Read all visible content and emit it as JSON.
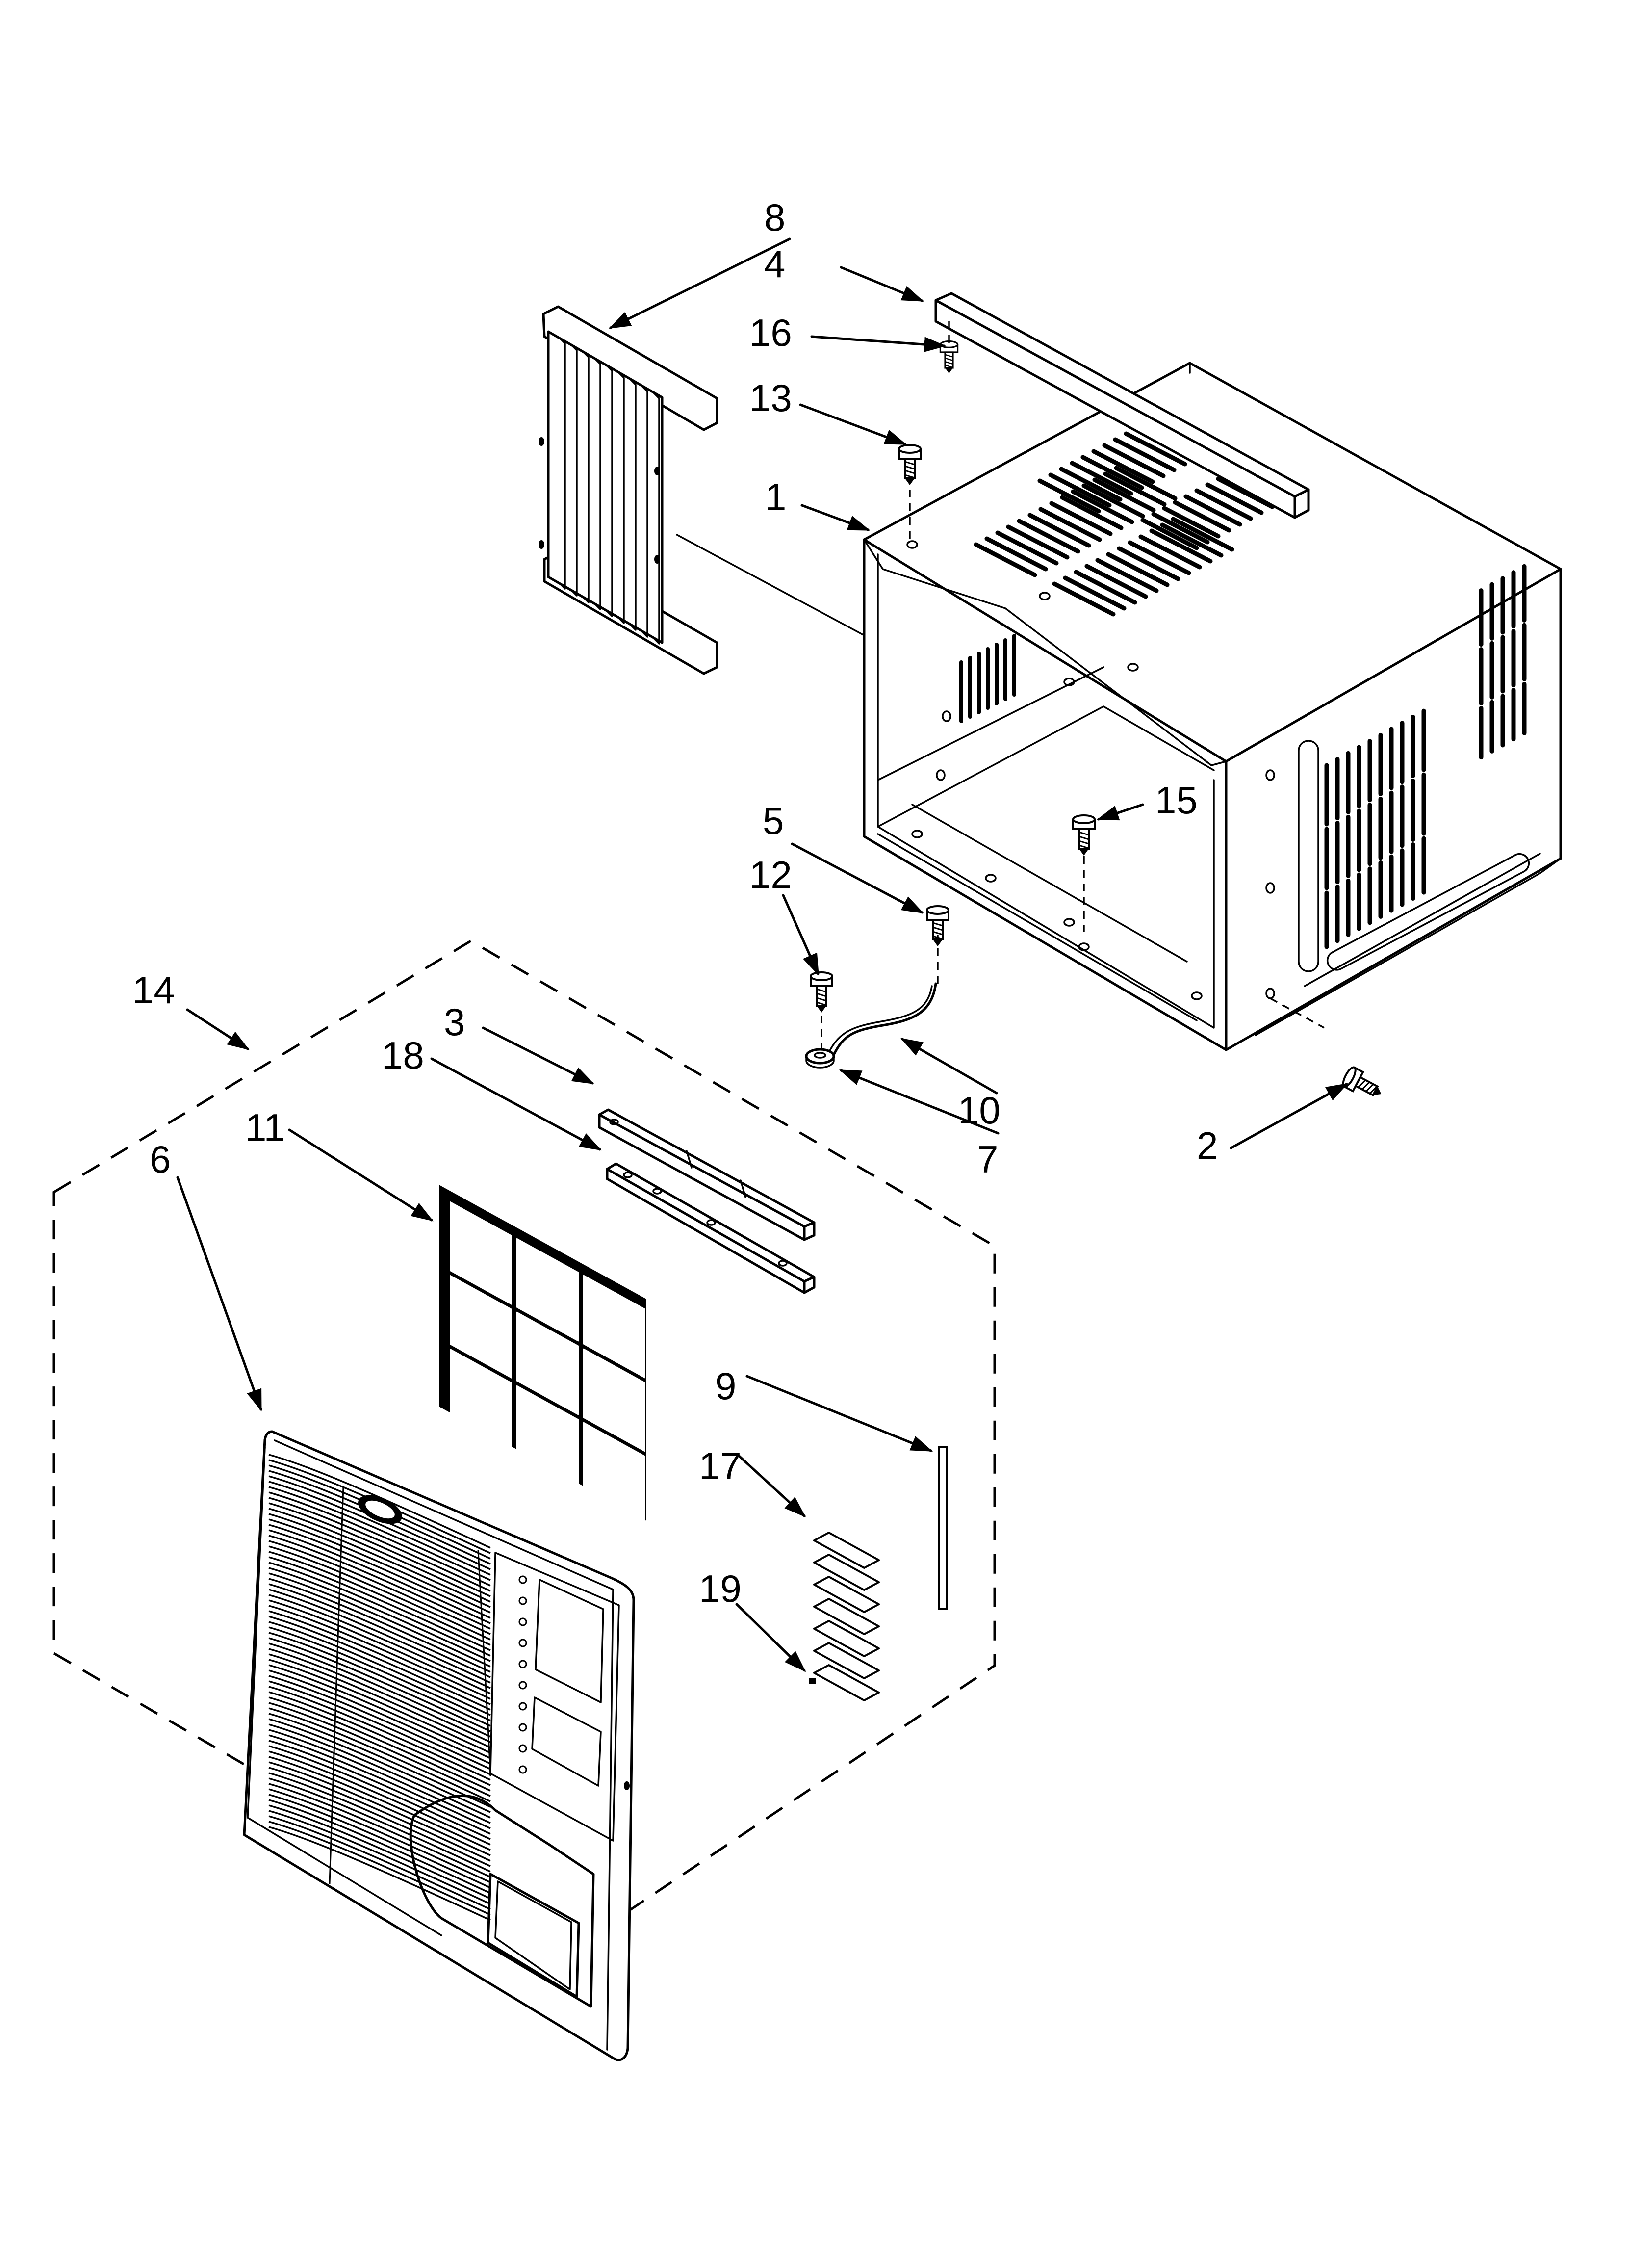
{
  "callouts": [
    {
      "id": "c1",
      "text": "1",
      "name": "callout-1-cabinet"
    },
    {
      "id": "c2",
      "text": "2",
      "name": "callout-2-screw"
    },
    {
      "id": "c3",
      "text": "3",
      "name": "callout-3-rail"
    },
    {
      "id": "c4",
      "text": "4",
      "name": "callout-4-top-channel"
    },
    {
      "id": "c5",
      "text": "5",
      "name": "callout-5-screw"
    },
    {
      "id": "c6",
      "text": "6",
      "name": "callout-6-front-grille"
    },
    {
      "id": "c7",
      "text": "7",
      "name": "callout-7-washer"
    },
    {
      "id": "c8",
      "text": "8",
      "name": "callout-8-side-curtain"
    },
    {
      "id": "c9",
      "text": "9",
      "name": "callout-9-strip"
    },
    {
      "id": "c10",
      "text": "10",
      "name": "callout-10-ground-wire"
    },
    {
      "id": "c11",
      "text": "11",
      "name": "callout-11-filter"
    },
    {
      "id": "c12",
      "text": "12",
      "name": "callout-12-screw"
    },
    {
      "id": "c13",
      "text": "13",
      "name": "callout-13-screw"
    },
    {
      "id": "c14",
      "text": "14",
      "name": "callout-14-front-assembly"
    },
    {
      "id": "c15",
      "text": "15",
      "name": "callout-15-screw"
    },
    {
      "id": "c16",
      "text": "16",
      "name": "callout-16-screw"
    },
    {
      "id": "c17",
      "text": "17",
      "name": "callout-17-pads"
    },
    {
      "id": "c18",
      "text": "18",
      "name": "callout-18-bracket"
    },
    {
      "id": "c19",
      "text": "19",
      "name": "callout-19-pad"
    }
  ]
}
